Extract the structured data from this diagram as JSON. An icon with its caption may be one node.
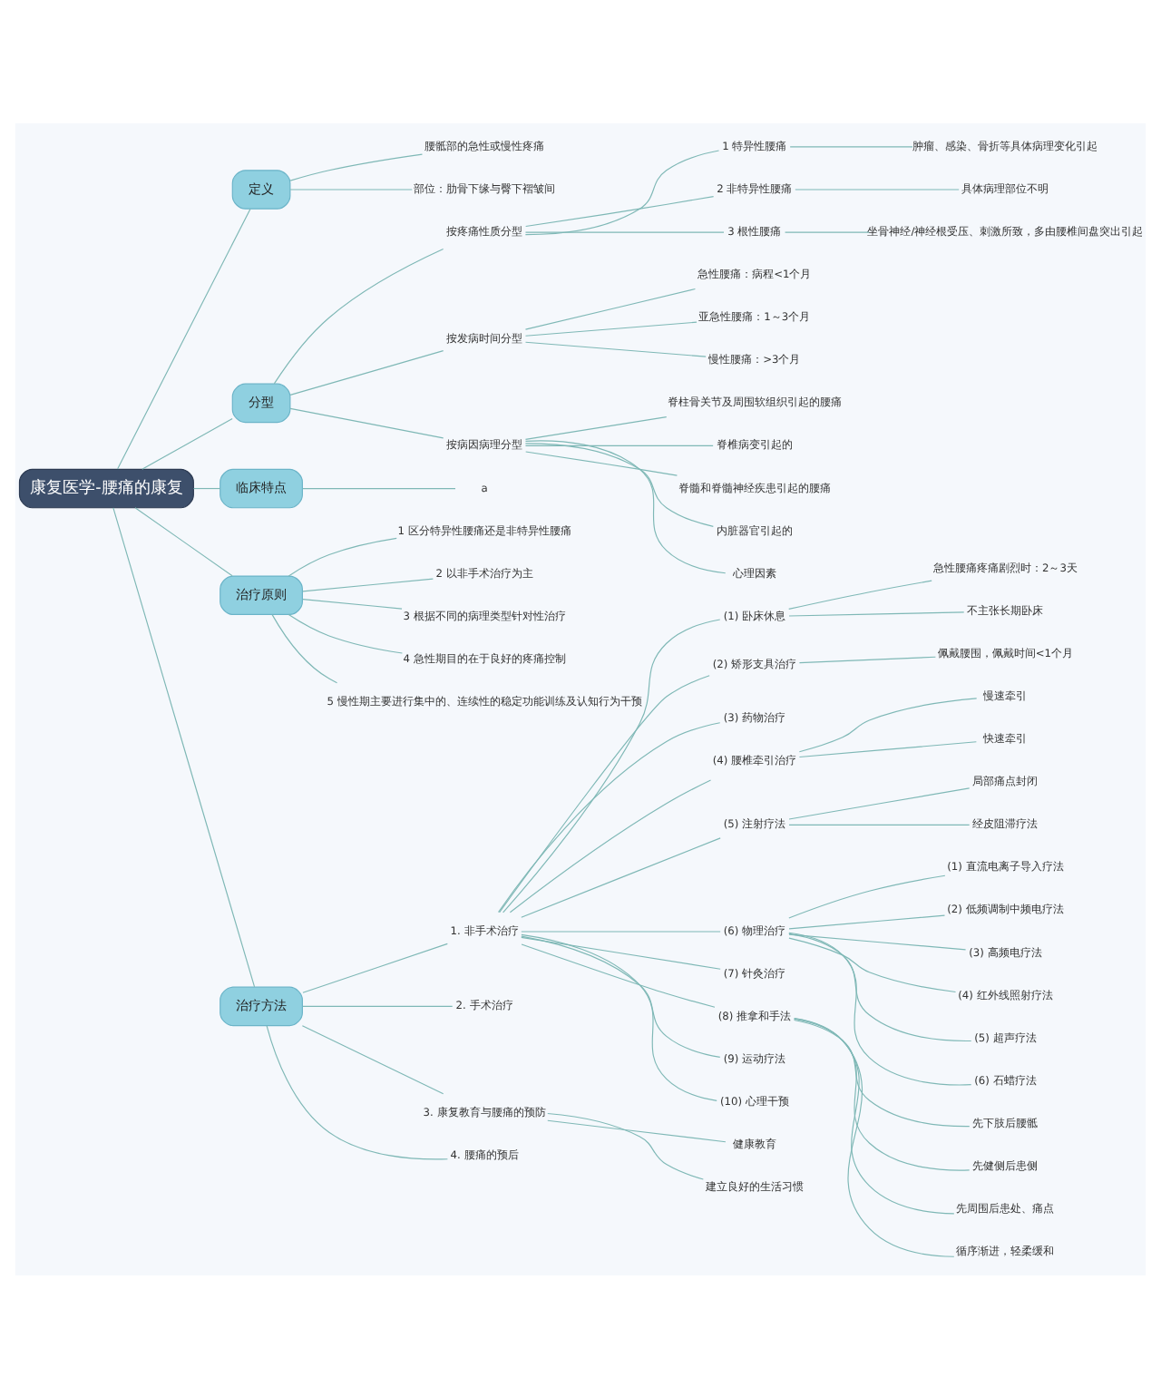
{
  "diagram": {
    "nodes": [
      {
        "text": [
          "康复医学-腰痛的康复"
        ]
      },
      {
        "text": [
          "定义"
        ]
      },
      {
        "text": [
          "腰骶部的急性或慢性疼痛"
        ]
      },
      {
        "text": [
          "部位：肋骨下缘与臀下褶皱间"
        ]
      },
      {
        "text": [
          "分型"
        ]
      },
      {
        "text": [
          "按疼痛性质分型"
        ]
      },
      {
        "text": [
          "1 特异性腰痛"
        ]
      },
      {
        "text": [
          "肿瘤、感染、骨折等具体病理变化引起"
        ]
      },
      {
        "text": [
          "2 非特异性腰痛"
        ]
      },
      {
        "text": [
          "具体病理部位不明"
        ]
      },
      {
        "text": [
          "3 根性腰痛"
        ]
      },
      {
        "text": [
          "坐骨神经/神经根受压、刺激所致，多由腰椎间盘突出引起"
        ]
      },
      {
        "text": [
          "按发病时间分型"
        ]
      },
      {
        "text": [
          "急性腰痛：病程<1个月"
        ]
      },
      {
        "text": [
          "亚急性腰痛：1～3个月"
        ]
      },
      {
        "text": [
          "慢性腰痛：>3个月"
        ]
      },
      {
        "text": [
          "按病因病理分型"
        ]
      },
      {
        "text": [
          "脊柱骨关节及周围软组织引起的腰痛"
        ]
      },
      {
        "text": [
          "脊椎病变引起的"
        ]
      },
      {
        "text": [
          "脊髓和脊髓神经疾患引起的腰痛"
        ]
      },
      {
        "text": [
          "内脏器官引起的"
        ]
      },
      {
        "text": [
          "心理因素"
        ]
      },
      {
        "text": [
          "临床特点"
        ]
      },
      {
        "text": [
          "a"
        ]
      },
      {
        "text": [
          "治疗原则"
        ]
      },
      {
        "text": [
          "1 区分特异性腰痛还是非特异性腰痛"
        ]
      },
      {
        "text": [
          "2 以非手术治疗为主"
        ]
      },
      {
        "text": [
          "3 根据不同的病理类型针对性治疗"
        ]
      },
      {
        "text": [
          "4 急性期目的在于良好的疼痛控制"
        ]
      },
      {
        "text": [
          "5 慢性期主要进行集中的、连续性的稳定功能训练及认知行为干预"
        ]
      },
      {
        "text": [
          "治疗方法"
        ]
      },
      {
        "text": [
          "1. 非手术治疗"
        ]
      },
      {
        "text": [
          "(1) 卧床休息"
        ]
      },
      {
        "text": [
          "急性腰痛疼痛剧烈时：2～3天"
        ]
      },
      {
        "text": [
          "不主张长期卧床"
        ]
      },
      {
        "text": [
          "(2) 矫形支具治疗"
        ]
      },
      {
        "text": [
          "佩戴腰围，佩戴时间<1个月"
        ]
      },
      {
        "text": [
          "(3) 药物治疗"
        ]
      },
      {
        "text": [
          "(4) 腰椎牵引治疗"
        ]
      },
      {
        "text": [
          "慢速牵引"
        ]
      },
      {
        "text": [
          "快速牵引"
        ]
      },
      {
        "text": [
          "(5) 注射疗法"
        ]
      },
      {
        "text": [
          "局部痛点封闭"
        ]
      },
      {
        "text": [
          "经皮阻滞疗法"
        ]
      },
      {
        "text": [
          "(6) 物理治疗"
        ]
      },
      {
        "text": [
          "(1) 直流电离子导入疗法"
        ]
      },
      {
        "text": [
          "(2) 低频调制中频电疗法"
        ]
      },
      {
        "text": [
          "(3) 高频电疗法"
        ]
      },
      {
        "text": [
          "(4) 红外线照射疗法"
        ]
      },
      {
        "text": [
          "(5) 超声疗法"
        ]
      },
      {
        "text": [
          "(6) 石蜡疗法"
        ]
      },
      {
        "text": [
          "(7) 针灸治疗"
        ]
      },
      {
        "text": [
          "(8) 推拿和手法"
        ]
      },
      {
        "text": [
          "先下肢后腰骶"
        ]
      },
      {
        "text": [
          "先健侧后患侧"
        ]
      },
      {
        "text": [
          "先周围后患处、痛点"
        ]
      },
      {
        "text": [
          "循序渐进，轻柔缓和"
        ]
      },
      {
        "text": [
          "(9) 运动疗法"
        ]
      },
      {
        "text": [
          "(10) 心理干预"
        ]
      },
      {
        "text": [
          "2. 手术治疗"
        ]
      },
      {
        "text": [
          "3. 康复教育与腰痛的预防"
        ]
      },
      {
        "text": [
          "健康教育"
        ]
      },
      {
        "text": [
          "建立良好的生活习惯"
        ]
      },
      {
        "text": [
          "4. 腰痛的预后"
        ]
      }
    ],
    "edges": [
      {
        "from": 0,
        "to": 1,
        "arrow": "none"
      },
      {
        "from": 1,
        "to": 2,
        "arrow": "none"
      },
      {
        "from": 1,
        "to": 3,
        "arrow": "none"
      },
      {
        "from": 0,
        "to": 4,
        "arrow": "none"
      },
      {
        "from": 4,
        "to": 5,
        "arrow": "none"
      },
      {
        "from": 5,
        "to": 6,
        "arrow": "none"
      },
      {
        "from": 6,
        "to": 7,
        "arrow": "none"
      },
      {
        "from": 5,
        "to": 8,
        "arrow": "none"
      },
      {
        "from": 8,
        "to": 9,
        "arrow": "none"
      },
      {
        "from": 5,
        "to": 10,
        "arrow": "none"
      },
      {
        "from": 10,
        "to": 11,
        "arrow": "none"
      },
      {
        "from": 4,
        "to": 12,
        "arrow": "none"
      },
      {
        "from": 12,
        "to": 13,
        "arrow": "none"
      },
      {
        "from": 12,
        "to": 14,
        "arrow": "none"
      },
      {
        "from": 12,
        "to": 15,
        "arrow": "none"
      },
      {
        "from": 4,
        "to": 16,
        "arrow": "none"
      },
      {
        "from": 16,
        "to": 17,
        "arrow": "none"
      },
      {
        "from": 16,
        "to": 18,
        "arrow": "none"
      },
      {
        "from": 16,
        "to": 19,
        "arrow": "none"
      },
      {
        "from": 16,
        "to": 20,
        "arrow": "none"
      },
      {
        "from": 16,
        "to": 21,
        "arrow": "none"
      },
      {
        "from": 0,
        "to": 22,
        "arrow": "none"
      },
      {
        "from": 22,
        "to": 23,
        "arrow": "none"
      },
      {
        "from": 0,
        "to": 24,
        "arrow": "none"
      },
      {
        "from": 24,
        "to": 25,
        "arrow": "none"
      },
      {
        "from": 24,
        "to": 26,
        "arrow": "none"
      },
      {
        "from": 24,
        "to": 27,
        "arrow": "none"
      },
      {
        "from": 24,
        "to": 28,
        "arrow": "none"
      },
      {
        "from": 24,
        "to": 29,
        "arrow": "none"
      },
      {
        "from": 0,
        "to": 30,
        "arrow": "none"
      },
      {
        "from": 30,
        "to": 31,
        "arrow": "none"
      },
      {
        "from": 31,
        "to": 32,
        "arrow": "none"
      },
      {
        "from": 32,
        "to": 33,
        "arrow": "none"
      },
      {
        "from": 32,
        "to": 34,
        "arrow": "none"
      },
      {
        "from": 31,
        "to": 35,
        "arrow": "none"
      },
      {
        "from": 35,
        "to": 36,
        "arrow": "none"
      },
      {
        "from": 31,
        "to": 37,
        "arrow": "none"
      },
      {
        "from": 31,
        "to": 38,
        "arrow": "none"
      },
      {
        "from": 38,
        "to": 39,
        "arrow": "none"
      },
      {
        "from": 38,
        "to": 40,
        "arrow": "none"
      },
      {
        "from": 31,
        "to": 41,
        "arrow": "none"
      },
      {
        "from": 41,
        "to": 42,
        "arrow": "none"
      },
      {
        "from": 41,
        "to": 43,
        "arrow": "none"
      },
      {
        "from": 31,
        "to": 44,
        "arrow": "none"
      },
      {
        "from": 44,
        "to": 45,
        "arrow": "none"
      },
      {
        "from": 44,
        "to": 46,
        "arrow": "none"
      },
      {
        "from": 44,
        "to": 47,
        "arrow": "none"
      },
      {
        "from": 44,
        "to": 48,
        "arrow": "none"
      },
      {
        "from": 44,
        "to": 49,
        "arrow": "none"
      },
      {
        "from": 44,
        "to": 50,
        "arrow": "none"
      },
      {
        "from": 31,
        "to": 51,
        "arrow": "none"
      },
      {
        "from": 31,
        "to": 52,
        "arrow": "none"
      },
      {
        "from": 52,
        "to": 53,
        "arrow": "none"
      },
      {
        "from": 52,
        "to": 54,
        "arrow": "none"
      },
      {
        "from": 52,
        "to": 55,
        "arrow": "none"
      },
      {
        "from": 52,
        "to": 56,
        "arrow": "none"
      },
      {
        "from": 31,
        "to": 57,
        "arrow": "none"
      },
      {
        "from": 31,
        "to": 58,
        "arrow": "none"
      },
      {
        "from": 30,
        "to": 59,
        "arrow": "none"
      },
      {
        "from": 30,
        "to": 60,
        "arrow": "none"
      },
      {
        "from": 60,
        "to": 61,
        "arrow": "none"
      },
      {
        "from": 60,
        "to": 62,
        "arrow": "none"
      },
      {
        "from": 30,
        "to": 63,
        "arrow": "none"
      }
    ]
  }
}
